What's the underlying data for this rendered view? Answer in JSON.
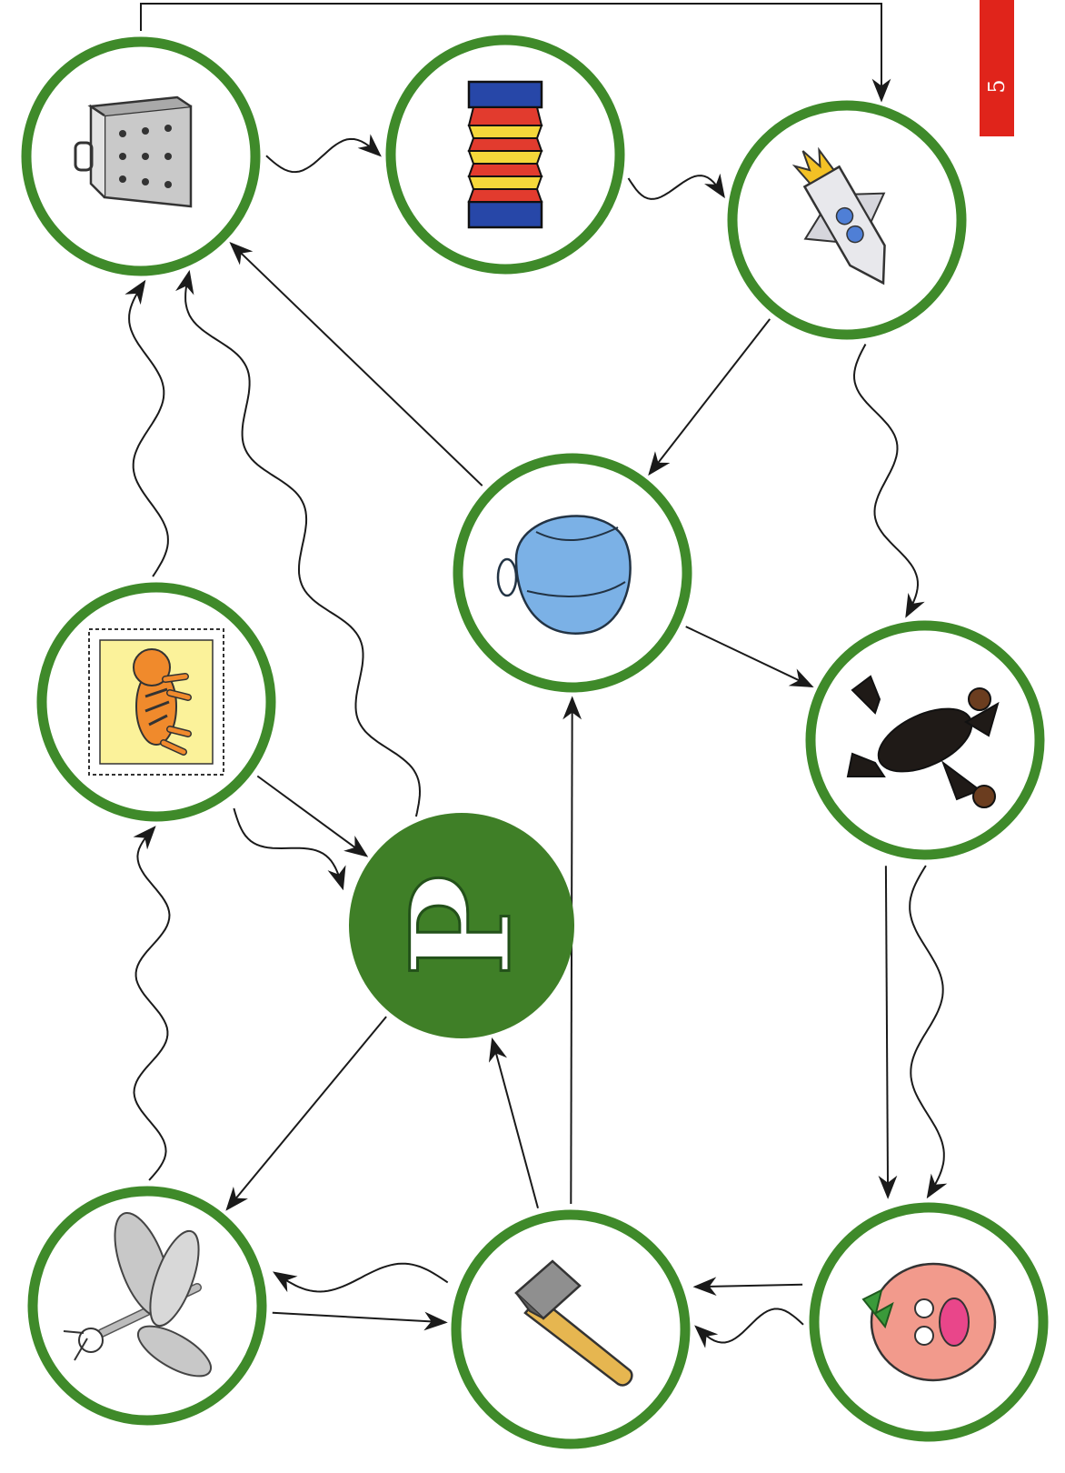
{
  "page": {
    "number": "5"
  },
  "colors": {
    "ring": "#3f8a2a",
    "hub": "#3f7f27",
    "tab": "#e0241b",
    "line": "#1a1a1a"
  },
  "hub": {
    "letter": "Р"
  },
  "nodes": [
    {
      "id": "grater",
      "icon": "grater-icon"
    },
    {
      "id": "accordion",
      "icon": "accordion-icon"
    },
    {
      "id": "rocket",
      "icon": "rocket-icon"
    },
    {
      "id": "boxing-gloves",
      "icon": "boxing-gloves-icon"
    },
    {
      "id": "crayfish",
      "icon": "crayfish-icon"
    },
    {
      "id": "stamp-tiger",
      "icon": "tiger-stamp-icon"
    },
    {
      "id": "mosquito",
      "icon": "mosquito-icon"
    },
    {
      "id": "axe",
      "icon": "axe-icon"
    },
    {
      "id": "tomato",
      "icon": "tomato-icon"
    }
  ],
  "edges": [
    {
      "from": "grater",
      "to": "accordion",
      "style": "wavy"
    },
    {
      "from": "accordion",
      "to": "rocket",
      "style": "wavy"
    },
    {
      "from": "grater",
      "to": "rocket",
      "style": "bracket"
    },
    {
      "from": "rocket",
      "to": "boxing-gloves",
      "style": "straight"
    },
    {
      "from": "rocket",
      "to": "crayfish",
      "style": "wavy"
    },
    {
      "from": "boxing-gloves",
      "to": "grater",
      "style": "straight"
    },
    {
      "from": "boxing-gloves",
      "to": "crayfish",
      "style": "straight"
    },
    {
      "from": "stamp-tiger",
      "to": "grater",
      "style": "wavy"
    },
    {
      "from": "hub",
      "to": "grater",
      "style": "wavy"
    },
    {
      "from": "stamp-tiger",
      "to": "hub",
      "style": "straight"
    },
    {
      "from": "stamp-tiger",
      "to": "hub",
      "style": "wavy"
    },
    {
      "from": "crayfish",
      "to": "tomato",
      "style": "wavy"
    },
    {
      "from": "crayfish",
      "to": "tomato",
      "style": "straight"
    },
    {
      "from": "hub",
      "to": "mosquito",
      "style": "straight"
    },
    {
      "from": "axe",
      "to": "hub",
      "style": "straight"
    },
    {
      "from": "axe",
      "to": "boxing-gloves",
      "style": "straight"
    },
    {
      "from": "mosquito",
      "to": "stamp-tiger",
      "style": "wavy"
    },
    {
      "from": "mosquito",
      "to": "axe",
      "style": "straight"
    },
    {
      "from": "axe",
      "to": "mosquito",
      "style": "wavy"
    },
    {
      "from": "tomato",
      "to": "axe",
      "style": "wavy"
    },
    {
      "from": "tomato",
      "to": "axe",
      "style": "straight"
    }
  ]
}
